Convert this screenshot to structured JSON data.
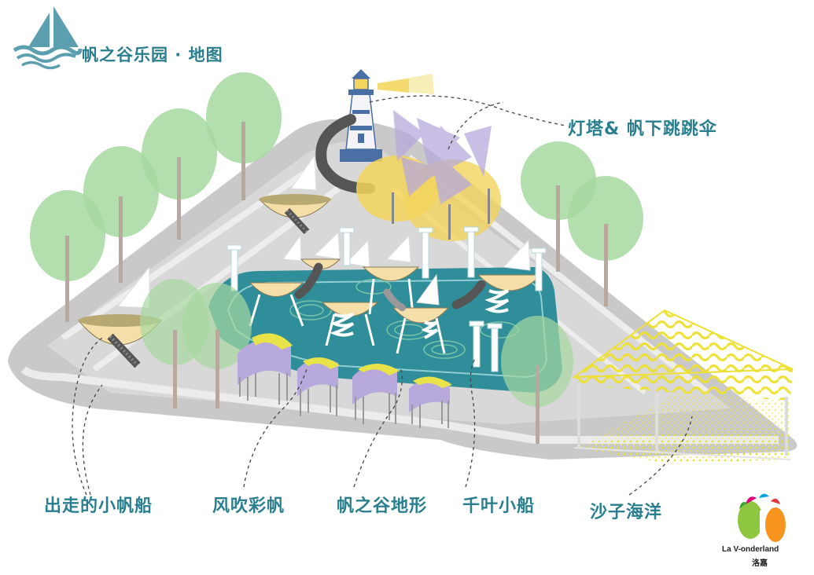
{
  "title": "帆之谷乐园 · 地图",
  "labels": {
    "lighthouse": "灯塔& 帆下跳跳伞",
    "boats": "出走的小帆船",
    "sails": "风吹彩帆",
    "terrain": "帆之谷地形",
    "leaf_boat": "千叶小船",
    "sand_ocean": "沙子海洋"
  },
  "brand": {
    "name": "La V-onderland",
    "cn": "洛嘉"
  },
  "colors": {
    "label": "#2a7f8f",
    "logo": "#5b9fb0",
    "pool": "#2f8e99",
    "tree": "#a6d8a0",
    "mountain": "#c9c9c9",
    "sand": "#f2e84a",
    "umbrella": "#f2d55c",
    "sail_purple": "#b7a9db"
  },
  "icons": {
    "logo": "sailboat-logo-icon",
    "brand": "la-wonderland-tree-logo-icon"
  }
}
